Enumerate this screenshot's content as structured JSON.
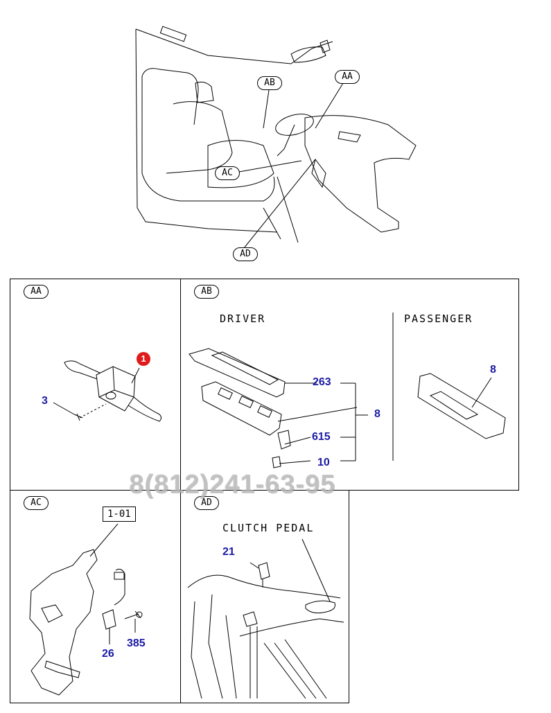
{
  "overview": {
    "callouts": [
      "AB",
      "AA",
      "AC",
      "AD"
    ]
  },
  "panels": {
    "aa": {
      "tag": "AA",
      "badge": "1",
      "parts": [
        "3"
      ]
    },
    "ab": {
      "tag": "AB",
      "driver_label": "DRIVER",
      "passenger_label": "PASSENGER",
      "parts": [
        "263",
        "8",
        "615",
        "10"
      ],
      "passenger_part": "8"
    },
    "ac": {
      "tag": "AC",
      "ref": "1-01",
      "parts": [
        "26",
        "385"
      ]
    },
    "ad": {
      "tag": "AD",
      "title": "CLUTCH PEDAL",
      "parts": [
        "21"
      ]
    }
  },
  "watermark": {
    "phone": "8(812)241-63-95"
  }
}
